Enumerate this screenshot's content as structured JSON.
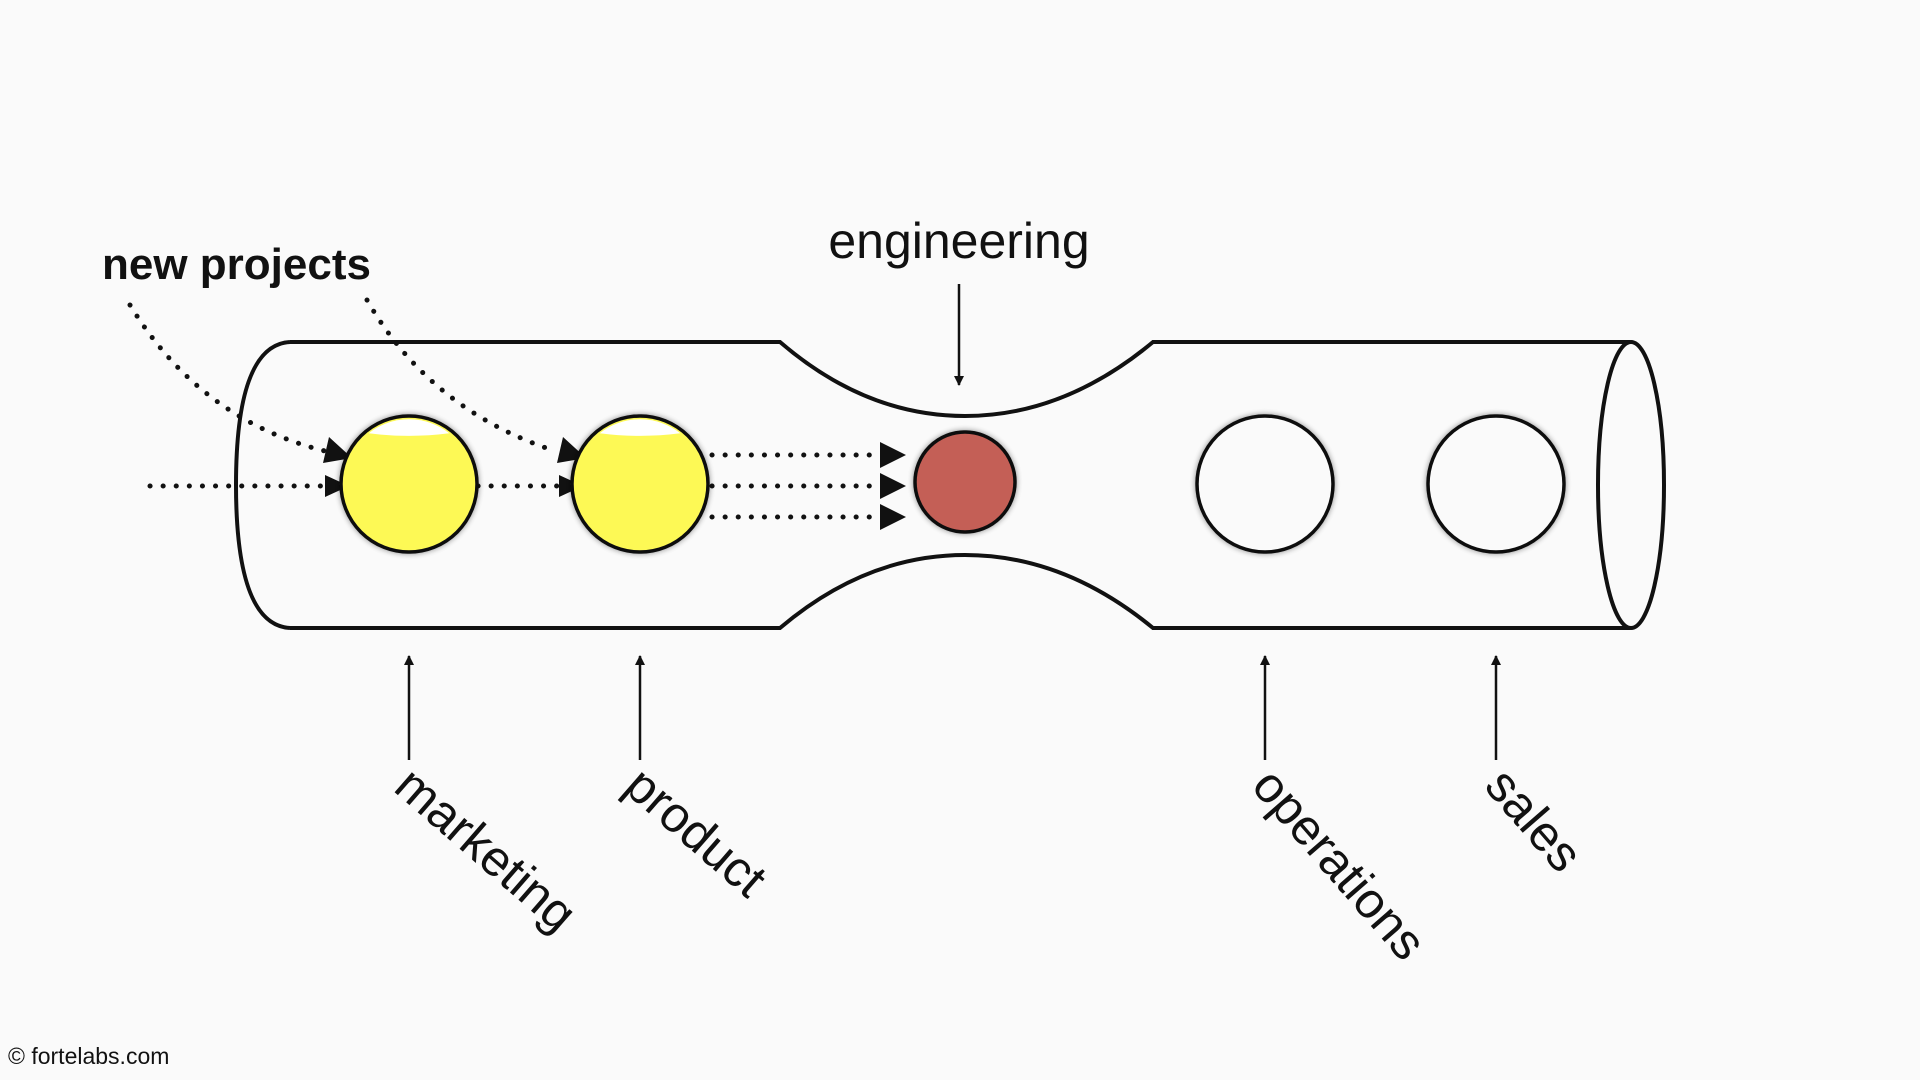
{
  "diagram": {
    "title_label": "new projects",
    "bottleneck_label": "engineering",
    "stages": [
      {
        "name": "marketing",
        "state": "active"
      },
      {
        "name": "product",
        "state": "active"
      },
      {
        "name": "engineering",
        "state": "bottleneck"
      },
      {
        "name": "operations",
        "state": "empty"
      },
      {
        "name": "sales",
        "state": "empty"
      }
    ],
    "colors": {
      "active": "#fdf955",
      "bottleneck": "#c45f56",
      "empty": "#fafafa",
      "stroke": "#111111",
      "background": "#fafafa"
    }
  },
  "footer": {
    "copyright": "© fortelabs.com"
  }
}
